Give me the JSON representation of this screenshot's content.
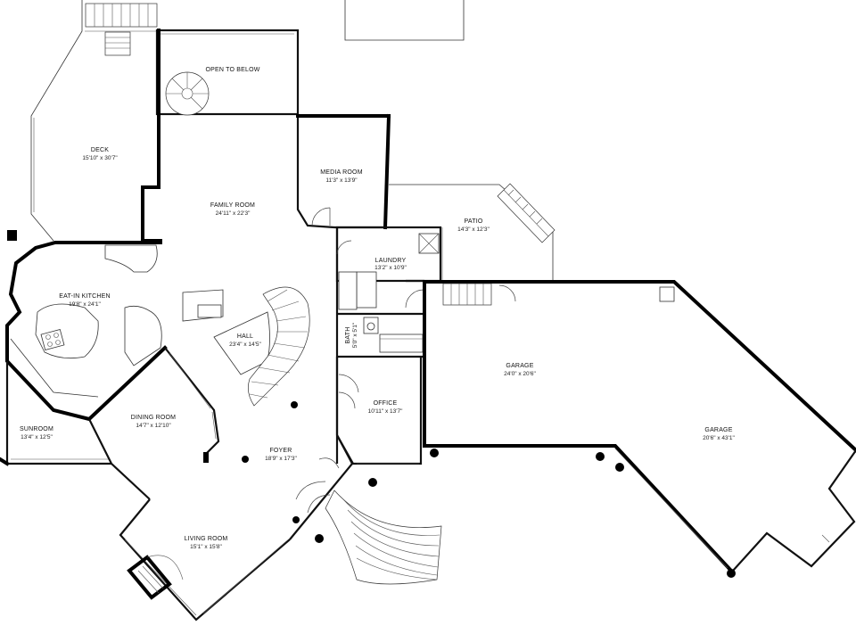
{
  "rooms": {
    "open_to_below": {
      "name": "OPEN TO BELOW",
      "dim": ""
    },
    "deck": {
      "name": "DECK",
      "dim": "15'10\" x 30'7\""
    },
    "media_room": {
      "name": "MEDIA ROOM",
      "dim": "11'3\" x 13'9\""
    },
    "family_room": {
      "name": "FAMILY ROOM",
      "dim": "24'11\" x 22'3\""
    },
    "patio": {
      "name": "PATIO",
      "dim": "14'3\" x 12'3\""
    },
    "laundry": {
      "name": "LAUNDRY",
      "dim": "13'2\" x 10'9\""
    },
    "eat_in_kitchen": {
      "name": "EAT-IN KITCHEN",
      "dim": "19'8\" x 24'1\""
    },
    "hall": {
      "name": "HALL",
      "dim": "23'4\" x 14'5\""
    },
    "bath": {
      "name": "BATH",
      "dim": "5'0\" x 5'1\""
    },
    "garage_1": {
      "name": "GARAGE",
      "dim": "24'0\" x 20'6\""
    },
    "office": {
      "name": "OFFICE",
      "dim": "10'11\" x 13'7\""
    },
    "sunroom": {
      "name": "SUNROOM",
      "dim": "13'4\" x 12'5\""
    },
    "dining_room": {
      "name": "DINING ROOM",
      "dim": "14'7\" x 12'10\""
    },
    "foyer": {
      "name": "FOYER",
      "dim": "18'9\" x 17'3\""
    },
    "garage_2": {
      "name": "GARAGE",
      "dim": "20'6\" x 43'1\""
    },
    "living_room": {
      "name": "LIVING ROOM",
      "dim": "15'1\" x 15'8\""
    }
  }
}
